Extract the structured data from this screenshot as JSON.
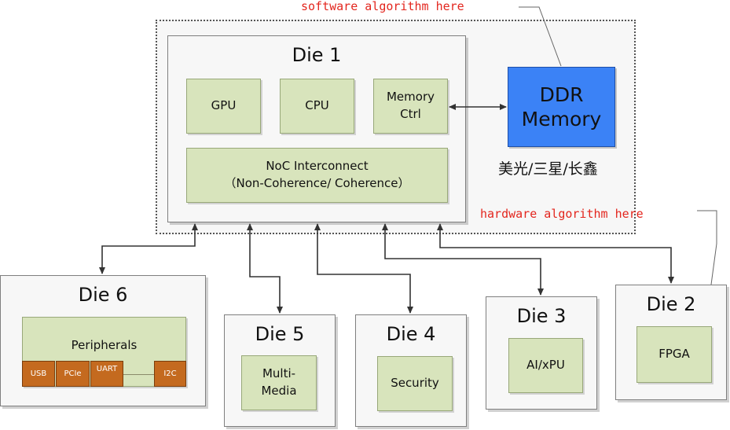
{
  "die1": {
    "title": "Die 1",
    "gpu": "GPU",
    "cpu": "CPU",
    "memory_ctrl": "Memory\nCtrl",
    "noc": "NoC Interconnect\n（Non-Coherence/ Coherence）"
  },
  "ddr": {
    "label": "DDR\nMemory",
    "vendors": "美光/三星/长鑫"
  },
  "notes": {
    "software": "software algorithm here",
    "hardware": "hardware algorithm here"
  },
  "die6": {
    "title": "Die 6",
    "peripherals": "Peripherals",
    "ports": [
      "USB",
      "PCIe",
      "UART",
      "I2C"
    ]
  },
  "die5": {
    "title": "Die 5",
    "block": "Multi-\nMedia"
  },
  "die4": {
    "title": "Die 4",
    "block": "Security"
  },
  "die3": {
    "title": "Die 3",
    "block": "AI/xPU"
  },
  "die2": {
    "title": "Die 2",
    "block": "FPGA"
  },
  "colors": {
    "block_fill": "#d8e4bc",
    "ddr_fill": "#3b82f6",
    "port_fill": "#c46a1f",
    "note_text": "#e3261e",
    "panel_fill": "#f7f7f7"
  }
}
